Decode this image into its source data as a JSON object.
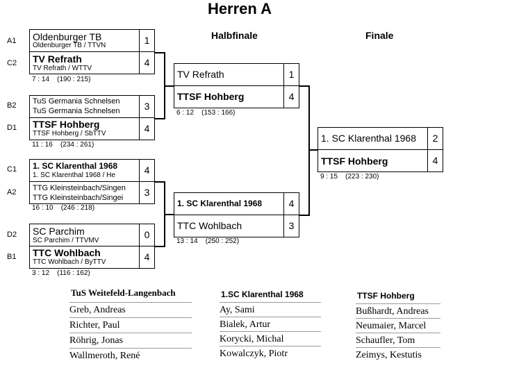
{
  "title": "Herren A",
  "rounds": {
    "semifinal": "Halbfinale",
    "final": "Finale"
  },
  "first_round": [
    {
      "seeds": [
        "A1",
        "C2"
      ],
      "teams": [
        {
          "name": "Oldenburger TB",
          "sub": "Oldenburger TB / TTVN",
          "score": "1",
          "winner": false
        },
        {
          "name": "TV Refrath",
          "sub": "TV Refrath / WTTV",
          "score": "4",
          "winner": true
        }
      ],
      "result": "7 : 14    (190 : 215)"
    },
    {
      "seeds": [
        "B2",
        "D1"
      ],
      "teams": [
        {
          "name": "TuS Germania Schnelsen",
          "sub": "TuS Germania Schnelsen",
          "score": "3",
          "winner": false
        },
        {
          "name": "TTSF Hohberg",
          "sub": "TTSF Hohberg / SbTTV",
          "score": "4",
          "winner": true
        }
      ],
      "result": "11 : 16    (234 : 261)"
    },
    {
      "seeds": [
        "C1",
        "A2"
      ],
      "teams": [
        {
          "name": "1. SC Klarenthal 1968",
          "sub": "1. SC Klarenthal 1968 / He",
          "score": "4",
          "winner": true
        },
        {
          "name": "TTG Kleinsteinbach/Singen",
          "sub": "TTG Kleinsteinbach/Singei",
          "score": "3",
          "winner": false
        }
      ],
      "result": "16 : 10    (246 : 218)"
    },
    {
      "seeds": [
        "D2",
        "B1"
      ],
      "teams": [
        {
          "name": "SC Parchim",
          "sub": "SC Parchim / TTVMV",
          "score": "0",
          "winner": false
        },
        {
          "name": "TTC Wohlbach",
          "sub": "TTC Wohlbach / ByTTV",
          "score": "4",
          "winner": true
        }
      ],
      "result": "3 : 12    (116 : 162)"
    }
  ],
  "semifinals": [
    {
      "teams": [
        {
          "name": "TV Refrath",
          "score": "1",
          "winner": false
        },
        {
          "name": "TTSF Hohberg",
          "score": "4",
          "winner": true
        }
      ],
      "result": "6 : 12    (153 : 166)"
    },
    {
      "teams": [
        {
          "name": "1. SC Klarenthal 1968",
          "score": "4",
          "winner": true
        },
        {
          "name": "TTC Wohlbach",
          "score": "3",
          "winner": false
        }
      ],
      "result": "13 : 14    (250 : 252)"
    }
  ],
  "final": {
    "teams": [
      {
        "name": "1. SC Klarenthal 1968",
        "score": "2",
        "winner": false
      },
      {
        "name": "TTSF Hohberg",
        "score": "4",
        "winner": true
      }
    ],
    "result": "9 : 15    (223 : 230)"
  },
  "rosters": [
    {
      "team": "TuS Weitefeld-Langenbach",
      "players": [
        "Greb, Andreas",
        "Richter, Paul",
        "Röhrig, Jonas",
        "Wallmeroth, René"
      ]
    },
    {
      "team": "1.SC Klarenthal 1968",
      "players": [
        "Ay, Sami",
        "Bialek, Artur",
        "Korycki, Michal",
        "Kowalczyk, Piotr"
      ]
    },
    {
      "team": "TTSF Hohberg",
      "players": [
        "Bußhardt, Andreas",
        "Neumaier, Marcel",
        "Schaufler, Tom",
        "Zeimys, Kestutis"
      ]
    }
  ]
}
